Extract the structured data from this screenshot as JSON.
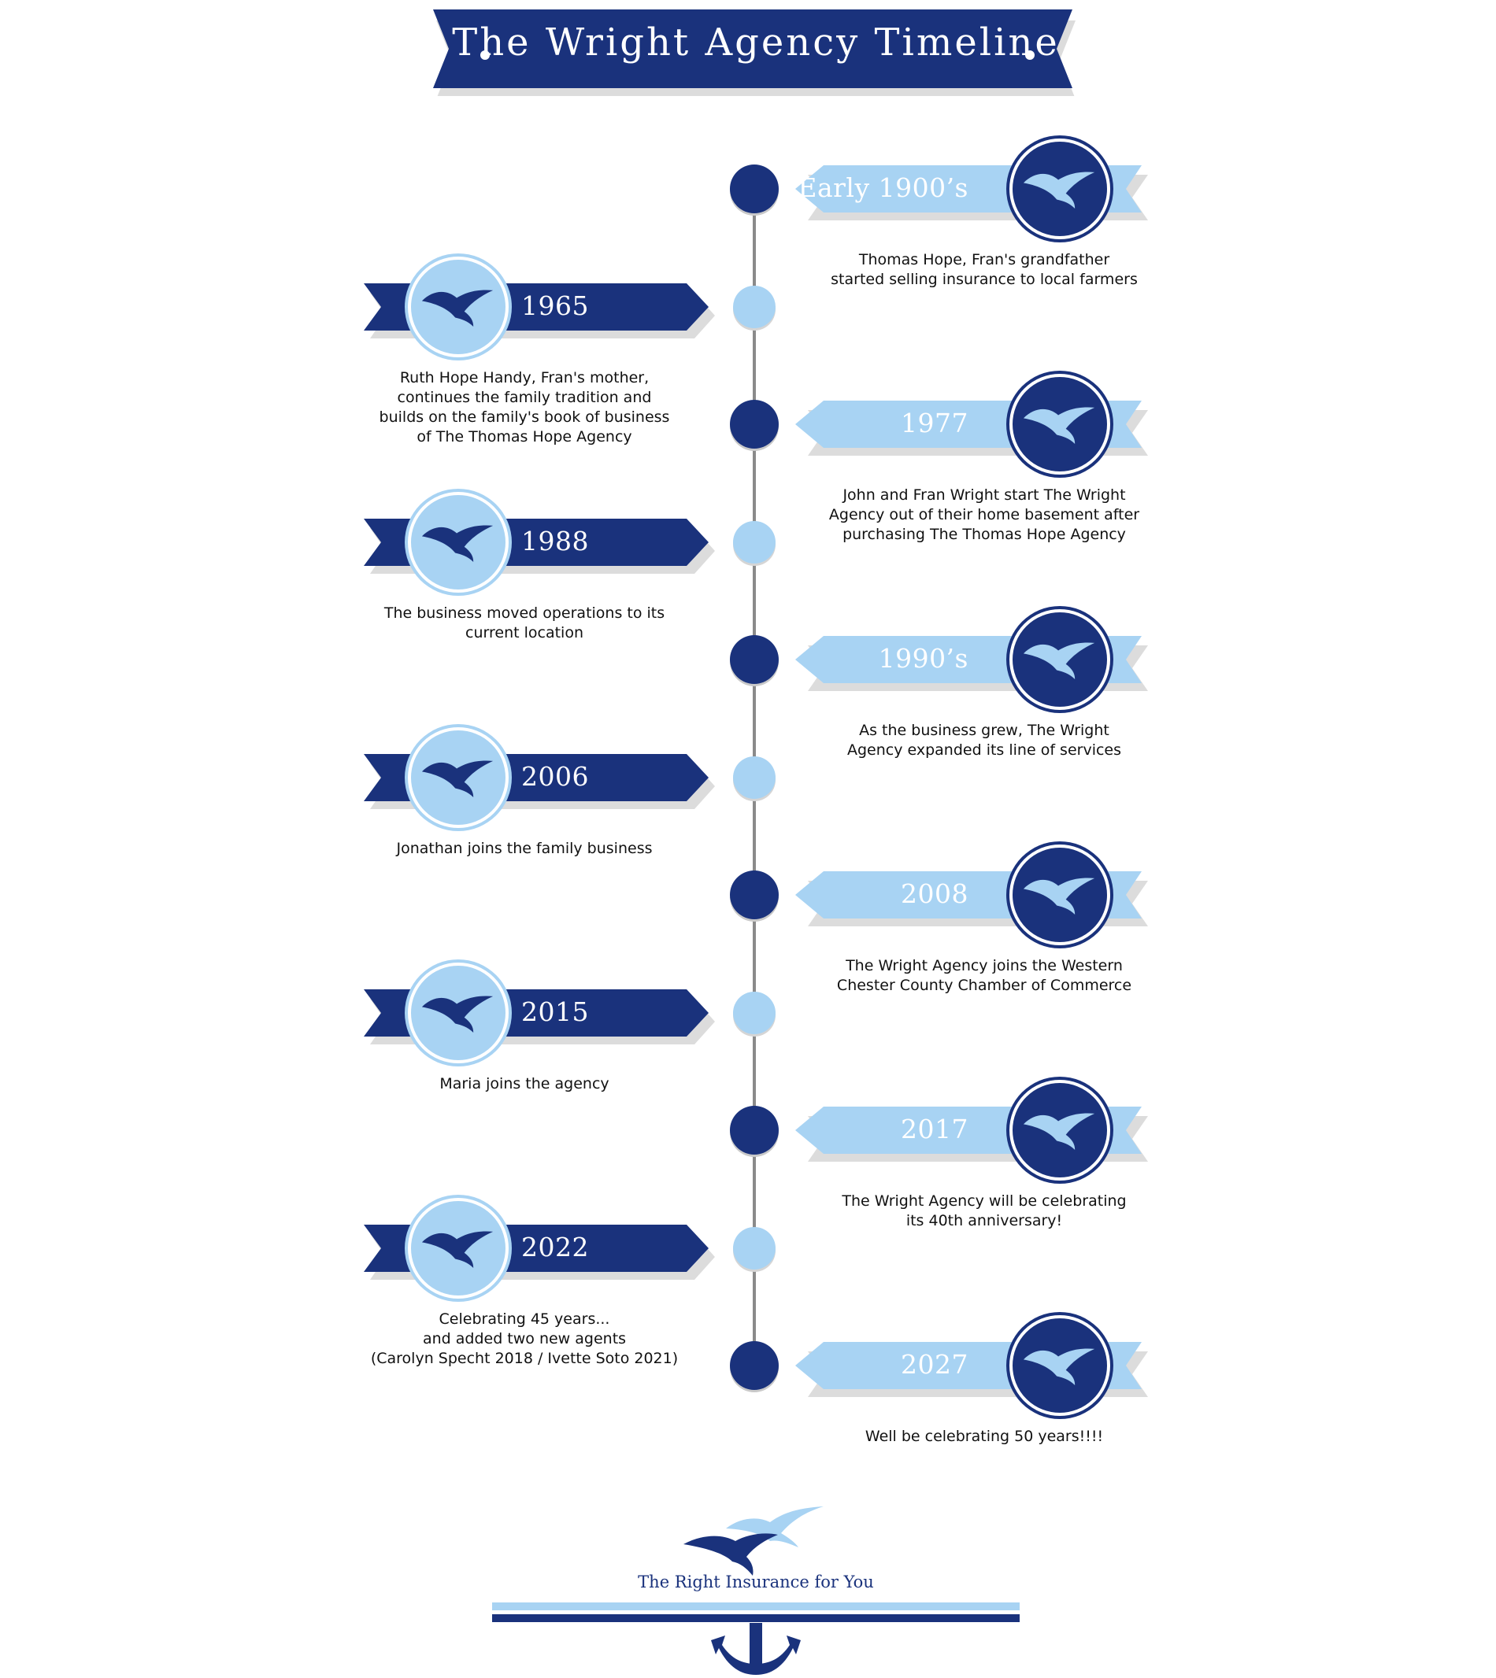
{
  "title": "The Wright Agency Timeline",
  "colors": {
    "dark_blue": "#1a327c",
    "light_blue": "#a8d3f3",
    "line_gray": "#8a8a8a",
    "shadow": "#dcdcdc"
  },
  "events": [
    {
      "year": "Early 1900’s",
      "description": "Thomas Hope, Fran's grandfather\nstarted selling insurance to local farmers",
      "side": "right",
      "icon": "seagull-icon"
    },
    {
      "year": "1965",
      "description": "Ruth Hope Handy, Fran's mother,\ncontinues the family tradition and\nbuilds on the family's book of business\nof The Thomas Hope Agency",
      "side": "left",
      "icon": "seagull-icon"
    },
    {
      "year": "1977",
      "description": "John and Fran Wright start The Wright\nAgency out of their home basement after\npurchasing The Thomas Hope Agency",
      "side": "right",
      "icon": "seagull-icon"
    },
    {
      "year": "1988",
      "description": "The business moved operations to its\ncurrent location",
      "side": "left",
      "icon": "seagull-icon"
    },
    {
      "year": "1990’s",
      "description": "As the business grew, The Wright\nAgency expanded its line of services",
      "side": "right",
      "icon": "seagull-icon"
    },
    {
      "year": "2006",
      "description": "Jonathan joins the family business",
      "side": "left",
      "icon": "seagull-icon"
    },
    {
      "year": "2008",
      "description": "The Wright Agency joins the Western\nChester County Chamber of Commerce",
      "side": "right",
      "icon": "seagull-icon"
    },
    {
      "year": "2015",
      "description": "Maria joins the agency",
      "side": "left",
      "icon": "seagull-icon"
    },
    {
      "year": "2017",
      "description": "The Wright Agency will be celebrating\nits 40th anniversary!",
      "side": "right",
      "icon": "seagull-icon"
    },
    {
      "year": "2022",
      "description": "Celebrating 45 years...\nand added two new agents\n(Carolyn Specht 2018 / Ivette Soto 2021)",
      "side": "left",
      "icon": "seagull-icon"
    },
    {
      "year": "2027",
      "description": "Well be celebrating 50 years!!!!",
      "side": "right",
      "icon": "seagull-icon"
    }
  ],
  "footer": {
    "tagline": "The Right Insurance for You",
    "logo_icons": [
      "seagulls-icon",
      "anchor-icon"
    ]
  }
}
